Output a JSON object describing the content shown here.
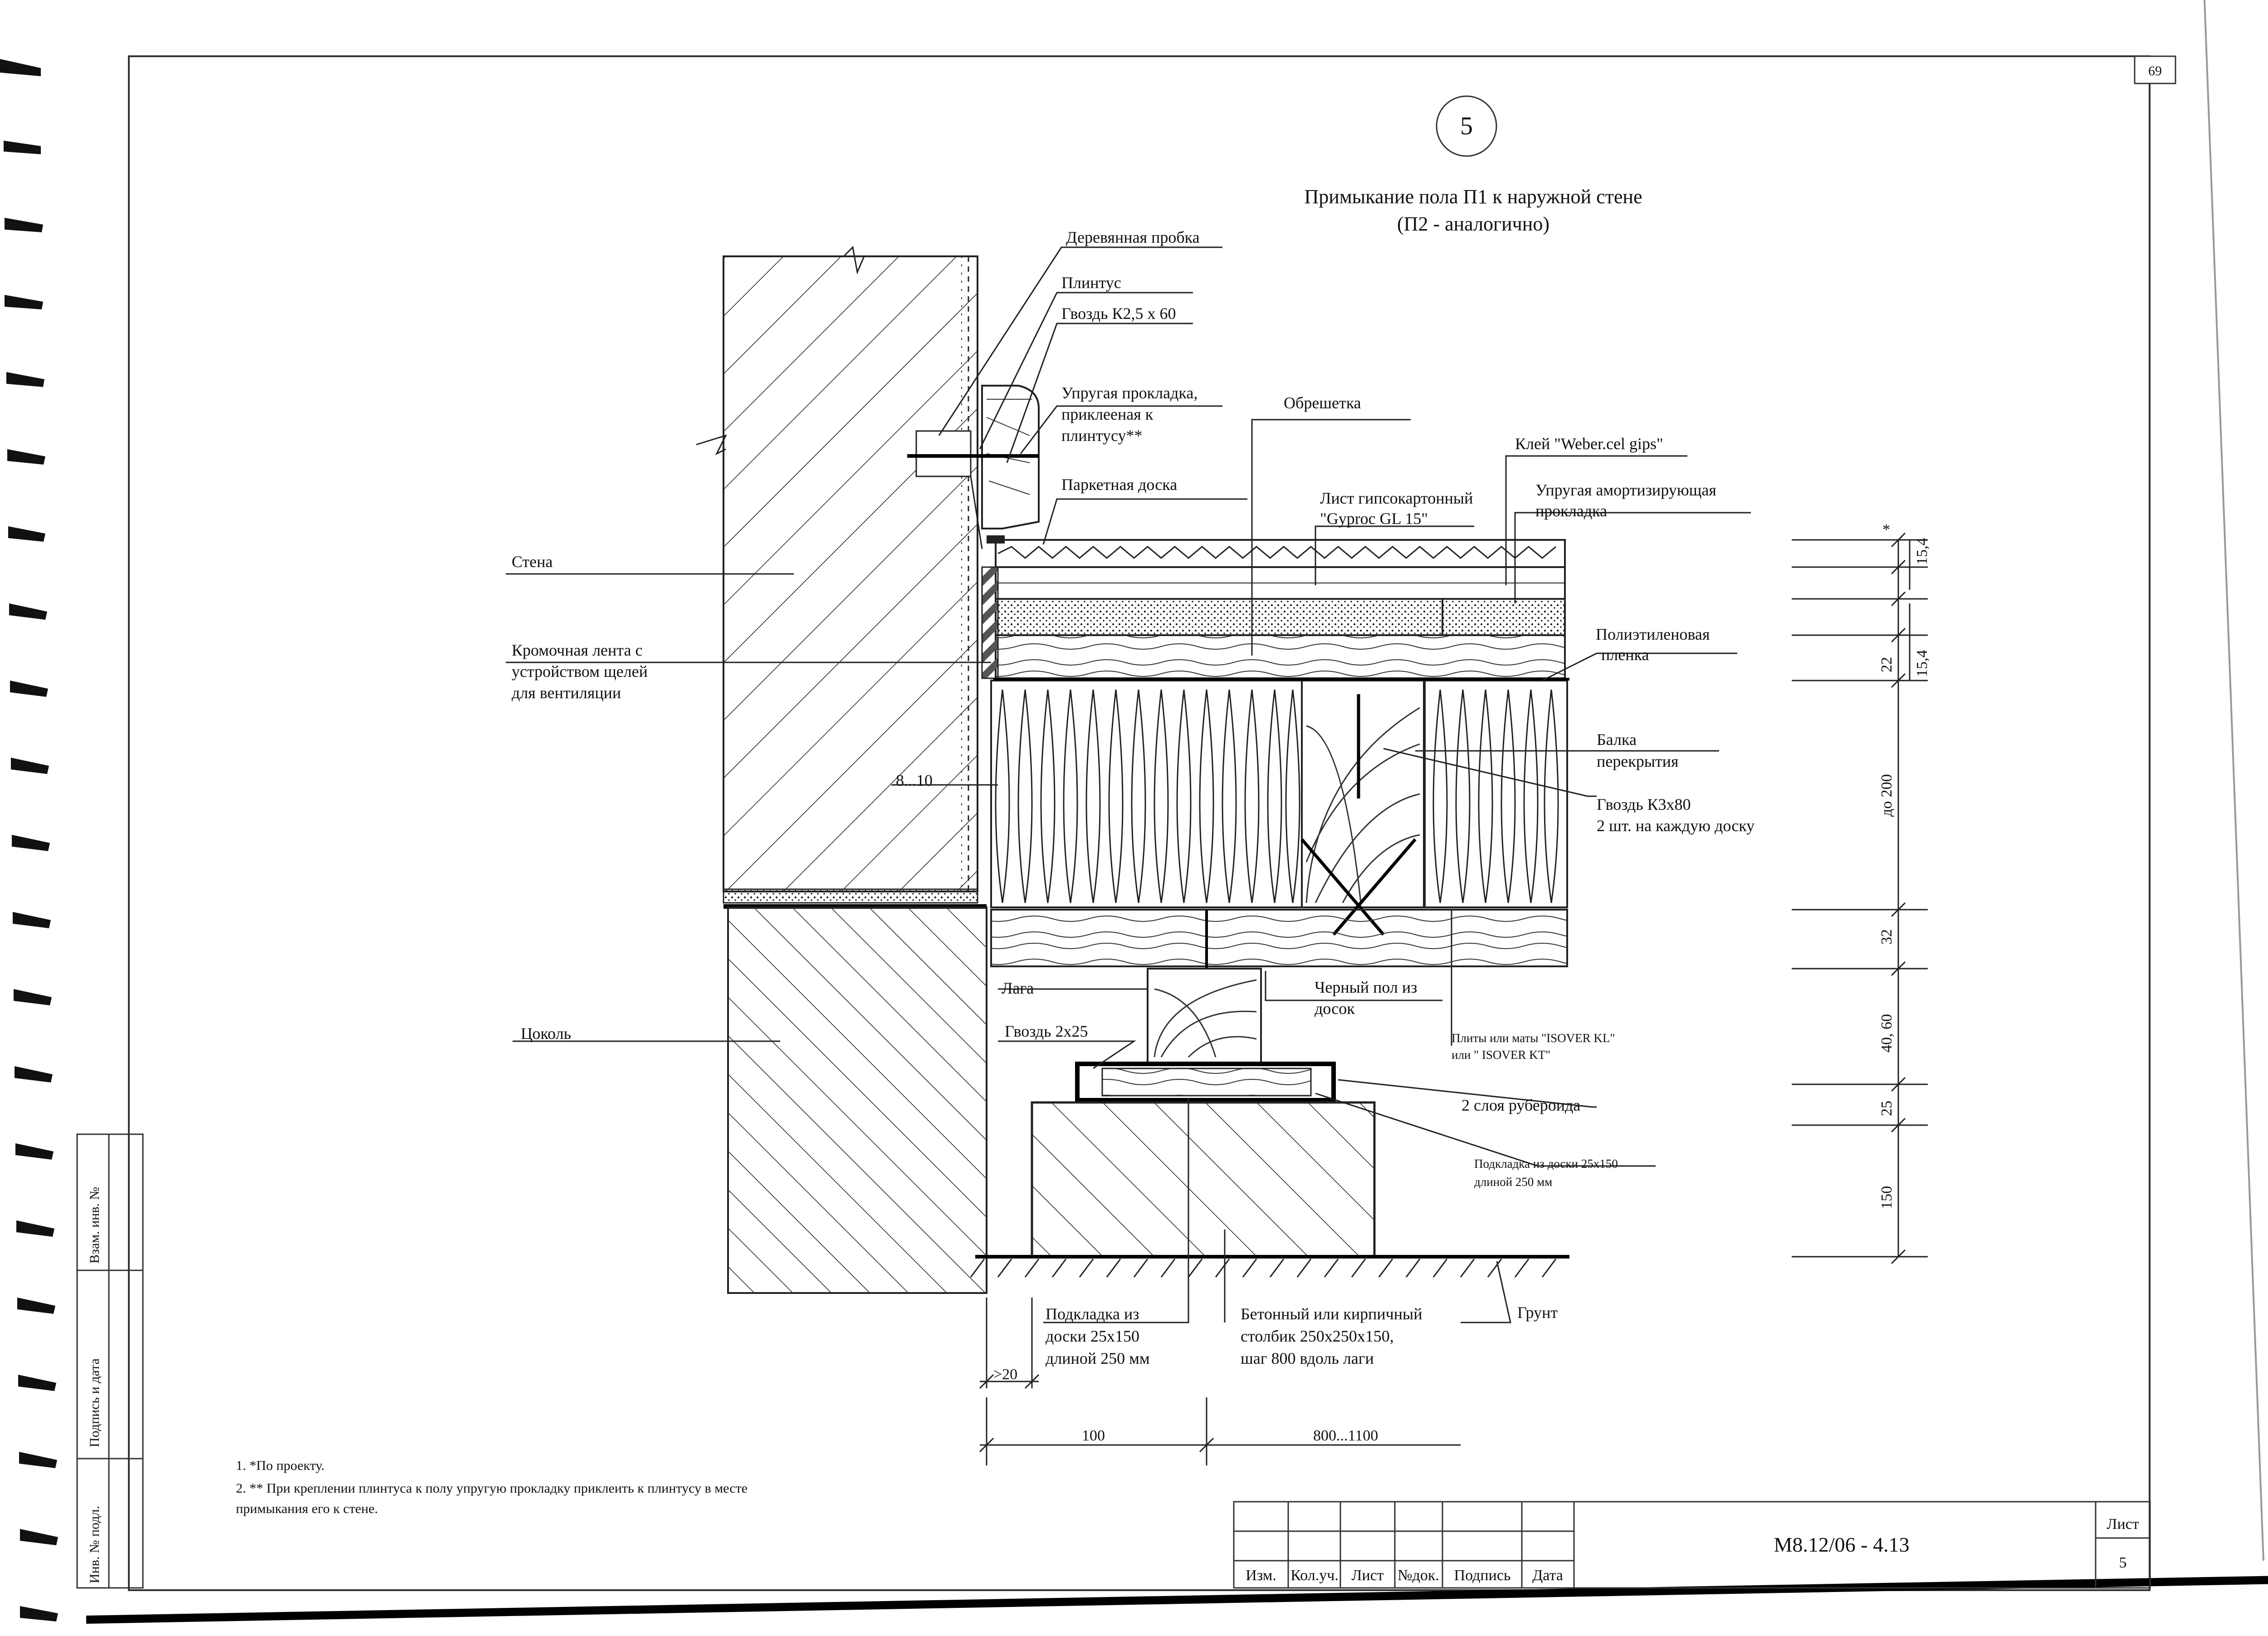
{
  "page_number": "69",
  "detail_number": "5",
  "title": {
    "line1": "Примыкание пола П1 к наружной стене",
    "line2": "(П2 - аналогично)"
  },
  "labels": {
    "wood_plug": "Деревянная пробка",
    "plinth": "Плинтус",
    "nail_plinth": "Гвоздь К2,5 х 60",
    "elastic_pad_1": "Упругая прокладка,",
    "elastic_pad_2": "приклееная к",
    "elastic_pad_3": "плинтусу**",
    "lathing": "Обрешетка",
    "glue": "Клей \"Weber.cel gips\"",
    "parquet": "Паркетная доска",
    "gypsum_1": "Лист гипсокартонный",
    "gypsum_2": "\"Gyproc GL 15\"",
    "shock_pad_1": "Упругая амортизирующая",
    "shock_pad_2": "прокладка",
    "wall": "Стена",
    "edge_tape_1": "Кромочная лента с",
    "edge_tape_2": "устройством щелей",
    "edge_tape_3": "для вентиляции",
    "pe_film_1": "Полиэтиленовая",
    "pe_film_2": "пленка",
    "beam_1": "Балка",
    "beam_2": "перекрытия",
    "gap": "8...10",
    "nail_k3_1": "Гвоздь К3х80",
    "nail_k3_2": "2 шт. на каждую доску",
    "joist": "Лага",
    "subfloor_1": "Черный пол из",
    "subfloor_2": "досок",
    "plinth_base": "Цоколь",
    "nail_2x25": "Гвоздь 2х25",
    "isover_1": "Плиты или маты \"ISOVER KL\"",
    "isover_2": "или \" ISOVER KT\"",
    "roofing": "2 слоя рубероида",
    "board_pad_r_1": "Подкладка из доски 25х150",
    "board_pad_r_2": "длиной 250 мм",
    "board_pad_1": "Подкладка из",
    "board_pad_2": "доски 25х150",
    "board_pad_3": "длиной 250 мм",
    "post_1": "Бетонный или кирпичный",
    "post_2": "столбик 250х250х150,",
    "post_3": "шаг 800 вдоль лаги",
    "ground": "Грунт"
  },
  "dimensions": {
    "star": "*",
    "d_15_4_a": "15,4",
    "d_15_4_b": "15,4",
    "d_22": "22",
    "d_200": "до 200",
    "d_32": "32",
    "d_40_60": "40, 60",
    "d_25": "25",
    "d_150": "150",
    "d_20": ">20",
    "d_100": "100",
    "d_800": "800...1100"
  },
  "notes": {
    "n1": "1. *По проекту.",
    "n2a": "2. ** При креплении плинтуса к полу упругую прокладку приклеить к плинтусу в месте",
    "n2b": "примыкания его к стене."
  },
  "side_stamp": {
    "replaced": "Взам. инв. №",
    "sign_date": "Подпись и дата",
    "inv_no": "Инв. № подл."
  },
  "title_block": {
    "col_change": "Изм.",
    "col_count": "Кол.уч.",
    "col_sheet": "Лист",
    "col_doc": "№док.",
    "col_sign": "Подпись",
    "col_date": "Дата",
    "doc_code": "М8.12/06 - 4.13",
    "sheet_label": "Лист",
    "sheet_value": "5"
  }
}
